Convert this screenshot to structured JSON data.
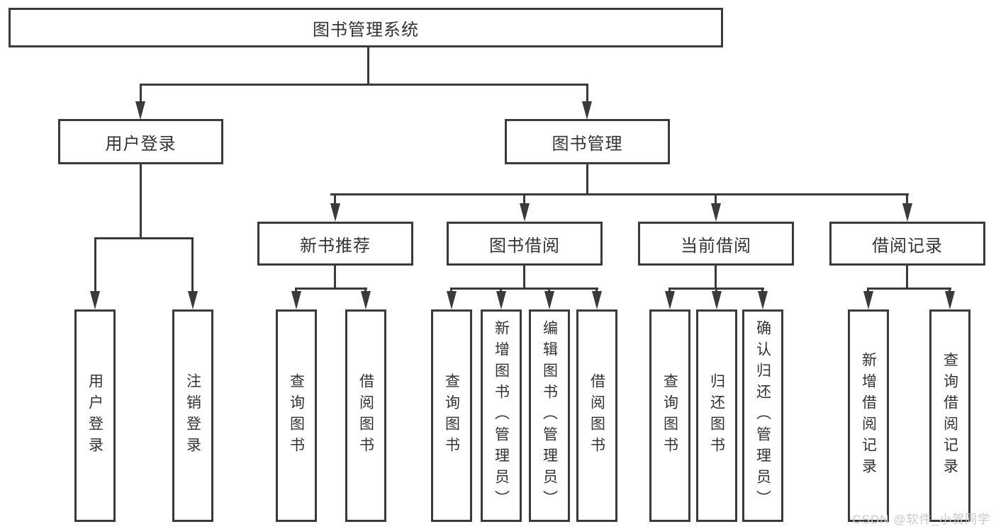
{
  "tree": {
    "root": "图书管理系统",
    "children": [
      {
        "label": "用户登录",
        "children": [
          "用户登录",
          "注销登录"
        ]
      },
      {
        "label": "图书管理",
        "children": [
          {
            "label": "新书推荐",
            "children": [
              "查询图书",
              "借阅图书"
            ]
          },
          {
            "label": "图书借阅",
            "children": [
              "查询图书",
              "新增图书（管理员）",
              "编辑图书（管理员）",
              "借阅图书"
            ]
          },
          {
            "label": "当前借阅",
            "children": [
              "查询图书",
              "归还图书",
              "确认归还（管理员）"
            ]
          },
          {
            "label": "借阅记录",
            "children": [
              "新增借阅记录",
              "查询借阅记录"
            ]
          }
        ]
      }
    ]
  },
  "watermark": "CSDN @软件_小贺同学",
  "colors": {
    "line": "#3a3a3a",
    "text": "#333333",
    "watermark": "#c8c8c8",
    "background": "#ffffff"
  }
}
